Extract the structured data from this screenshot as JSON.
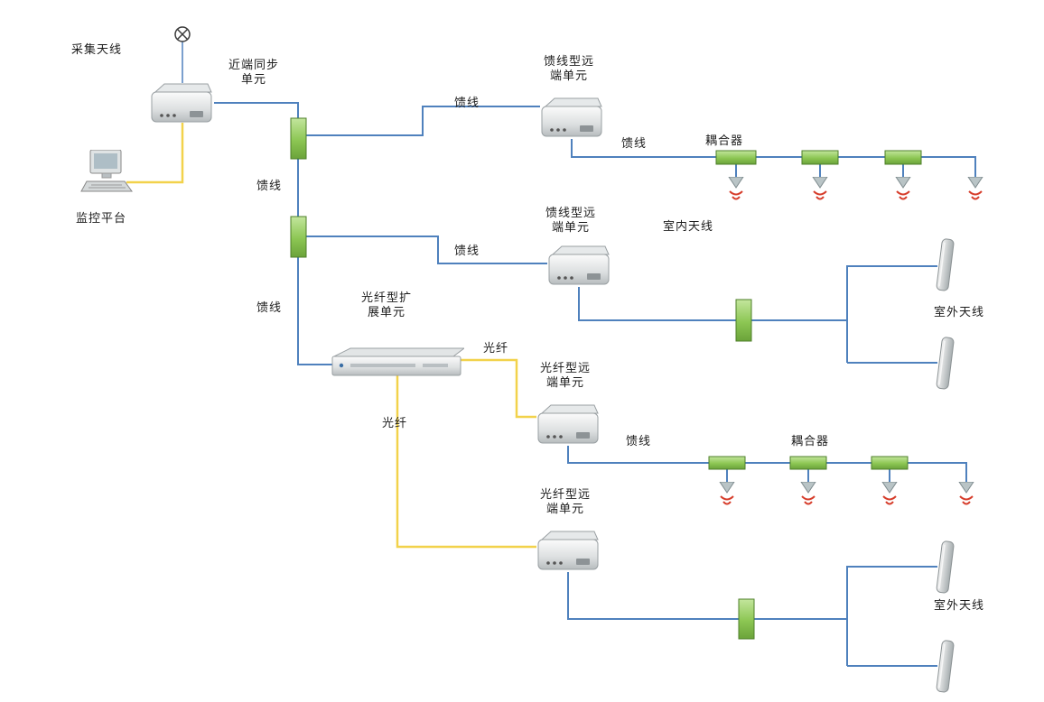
{
  "diagram": {
    "type": "network-topology",
    "description_visible": false
  },
  "colors": {
    "feeder_line_blue": "#4f81bd",
    "fiber_line_yellow": "#f2d24b",
    "coupler_green_fill": "#8cc653",
    "coupler_green_border": "#4e7f2a",
    "device_gray": "#d9dcdd",
    "indoor_wave_red": "#d63c2a",
    "background": "#ffffff"
  },
  "labels": {
    "collection_antenna": "采集天线",
    "near_end_sync_unit": "近端同步\n单元",
    "monitoring_platform": "监控平台",
    "feeder_remote_unit_1": "馈线型远\n端单元",
    "feeder_remote_unit_2": "馈线型远\n端单元",
    "fiber_expansion_unit": "光纤型扩\n展单元",
    "fiber_remote_unit_1": "光纤型远\n端单元",
    "fiber_remote_unit_2": "光纤型远\n端单元",
    "feeder_1": "馈线",
    "feeder_2": "馈线",
    "feeder_3": "馈线",
    "feeder_4": "馈线",
    "feeder_5": "馈线",
    "feeder_6": "馈线",
    "fiber_1": "光纤",
    "fiber_2": "光纤",
    "coupler_1": "耦合器",
    "coupler_2": "耦合器",
    "indoor_antenna": "室内天线",
    "outdoor_antenna_1": "室外天线",
    "outdoor_antenna_2": "室外天线"
  }
}
